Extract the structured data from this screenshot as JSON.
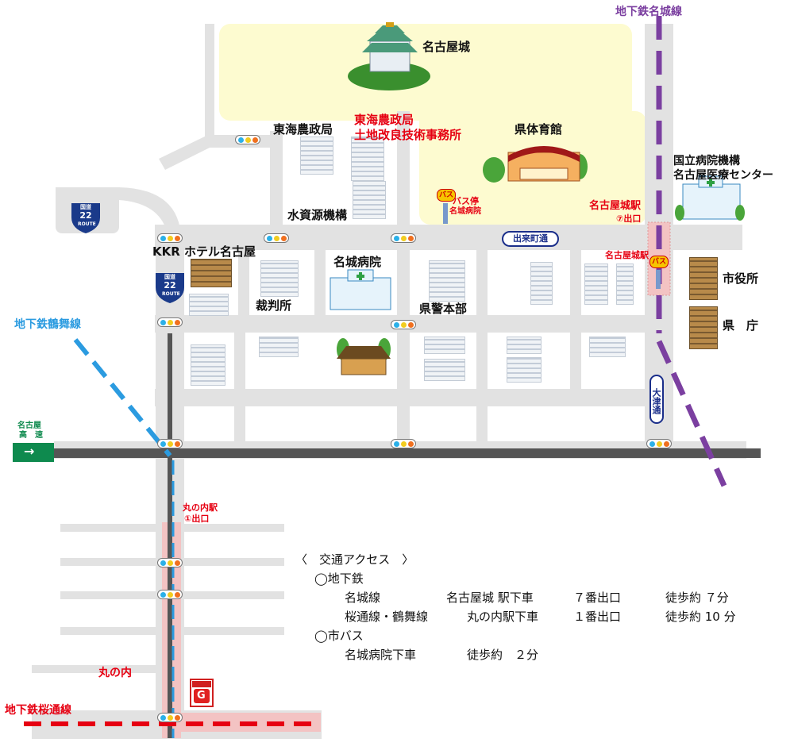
{
  "map": {
    "subway_lines": {
      "meijo": "地下鉄名城線",
      "tsurumai": "地下鉄鶴舞線",
      "sakuradori": "地下鉄桜通線"
    },
    "landmarks": {
      "nagoya_castle": "名古屋城",
      "tokai_office": "東海農政局",
      "tokai_office_red_1": "東海農政局",
      "tokai_office_red_2": "土地改良技術事務所",
      "gym": "県体育館",
      "national_hospital_1": "国立病院機構",
      "national_hospital_2": "名古屋医療センター",
      "water_agency": "水資源機構",
      "kkr_hotel": "KKR ホテル名古屋",
      "court": "裁判所",
      "meijo_hospital": "名城病院",
      "police_hq": "県警本部",
      "city_hall": "市役所",
      "pref_office": "県　庁",
      "marunouchi": "丸の内"
    },
    "stations": {
      "nagoyajo_station": "名古屋城駅",
      "nagoyajo_exit": "⑦出口",
      "nagoyajo_bus": "名古屋城駅",
      "marunouchi_station": "丸の内駅",
      "marunouchi_exit": "①出口"
    },
    "bus_stop": {
      "badge": "バス",
      "label_1": "バス停",
      "label_2": "名城病院"
    },
    "bus_badge": "バス",
    "streets": {
      "demachi": "出来町通",
      "otsu": "大津通"
    },
    "routes": {
      "route_top": "国道",
      "route_num": "22",
      "route_bottom": "ROUTE"
    },
    "expressway": {
      "line1": "名古屋",
      "line2": "高　速",
      "arrow": "→"
    },
    "gas_station": "G",
    "colors": {
      "meijo": "#7b3fa0",
      "tsurumai": "#2b9be0",
      "sakuradori": "#e60012",
      "park": "#fdfbd0",
      "road": "#e2e2e2",
      "expressway": "#555555",
      "route_sign": "#1a3a8a"
    }
  },
  "access": {
    "title": "〈　交通アクセス　〉",
    "subway_header": "◯地下鉄",
    "meijo_line": "名城線",
    "meijo_station": "名古屋城 駅下車",
    "meijo_exit": "７番出口",
    "meijo_walk": "徒歩約 ７分",
    "sakura_line": "桜通線・鶴舞線",
    "sakura_station": "丸の内駅下車",
    "sakura_exit": "１番出口",
    "sakura_walk": "徒歩約 10 分",
    "bus_header": "◯市バス",
    "bus_stop": "名城病院下車",
    "bus_walk": "徒歩約　２分"
  }
}
